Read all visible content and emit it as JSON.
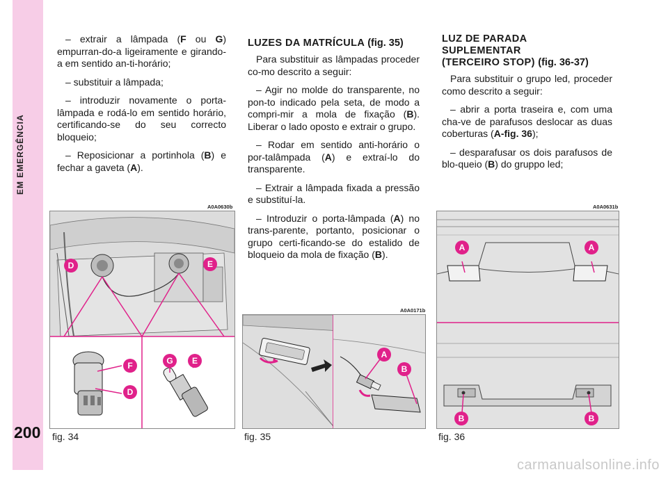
{
  "sidebar": {
    "section_title": "EM EMERGÊNCIA",
    "page_number": "200"
  },
  "column1": {
    "p1_a": "– extrair a lâmpada (",
    "p1_f": "F",
    "p1_or": " ou ",
    "p1_g": "G",
    "p1_b": ") empurran-do-a ligeiramente e girando-a em sentido an-ti-horário;",
    "p2": "– substituir a lâmpada;",
    "p3": "– introduzir novamente o porta-lâmpada e rodá-lo em sentido horário, certificando-se do seu correcto bloqueio;",
    "p4_a": "– Reposicionar a portinhola (",
    "p4_b_ref": "B",
    "p4_b": ") e fechar a gaveta (",
    "p4_a_ref": "A",
    "p4_c": ")."
  },
  "column2": {
    "heading": "LUZES DA MATRÍCULA",
    "heading_ref": "(fig. 35)",
    "p1": "Para substituir as lâmpadas proceder co-mo descrito a seguir:",
    "p2_a": "– Agir no molde do transparente, no pon-to indicado pela seta, de modo a compri-mir a mola de fixação (",
    "p2_ref": "B",
    "p2_b": "). Liberar o lado oposto e extrair o grupo.",
    "p3_a": "– Rodar em sentido anti-horário o por-talâmpada (",
    "p3_ref": "A",
    "p3_b": ") e extraí-lo do transparente.",
    "p4": "– Extrair a lâmpada fixada a pressão e substituí-la.",
    "p5_a": "– Introduzir o porta-lâmpada (",
    "p5_ref1": "A",
    "p5_b": ") no trans-parente, portanto, posicionar o grupo certi-ficando-se do estalido de bloqueio da mola de fixação (",
    "p5_ref2": "B",
    "p5_c": ")."
  },
  "column3": {
    "heading_l1": "LUZ DE PARADA",
    "heading_l2": "SUPLEMENTAR",
    "heading_l3": "(TERCEIRO STOP)",
    "heading_ref": "(fig. 36-37)",
    "p1": "Para substituir o grupo led, proceder como descrito a seguir:",
    "p2_a": "– abrir a porta traseira e, com uma cha-ve de parafusos deslocar as duas coberturas (",
    "p2_ref": "A-fig. 36",
    "p2_b": ");",
    "p3_a": "– desparafusar os dois parafusos de blo-queio (",
    "p3_ref": "B",
    "p3_b": ") do gruppo led;"
  },
  "figures": {
    "fig34": {
      "code": "A0A0630b",
      "caption": "fig. 34",
      "labels": [
        "D",
        "E",
        "F",
        "G",
        "E",
        "D"
      ]
    },
    "fig35": {
      "code": "A0A0171b",
      "caption": "fig. 35",
      "labels": [
        "A",
        "B"
      ]
    },
    "fig36": {
      "code": "A0A0631b",
      "caption": "fig. 36",
      "labels": [
        "A",
        "A",
        "B",
        "B"
      ]
    }
  },
  "colors": {
    "accent": "#e0218a",
    "sidebar": "#f7cde7"
  },
  "watermark": "carmanualsonline.info"
}
